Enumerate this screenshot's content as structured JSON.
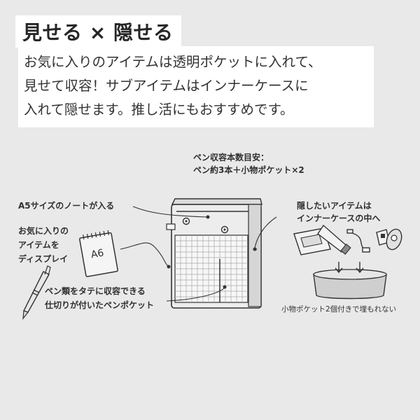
{
  "title": "見せる × 隠せる",
  "intro": {
    "lines": [
      "お気に入りのアイテムは透明ポケットに入れて、",
      "見せて収容！サブアイテムはインナーケースに",
      "入れて隠せます。推し活にもおすすめです。"
    ]
  },
  "callouts": {
    "pen_capacity": [
      "ペン収容本数目安：",
      "ペン約3本＋小物ポケット×2"
    ],
    "a5_note": "A5サイズのノートが入る",
    "favorite_display": [
      "お気に入りの",
      "アイテムを",
      "ディスプレイ"
    ],
    "pen_pocket": [
      "ペン類をタテに収容できる",
      "仕切りが付いたペンポケット"
    ],
    "hidden_items": [
      "隠したいアイテムは",
      "インナーケースの中へ"
    ],
    "inner_case_caption": "小物ポケット2個付きで埋もれない"
  },
  "notebook_label": "A6",
  "colors": {
    "background": "#e9e9e9",
    "band": "#ffffff",
    "text": "#2a2a2a",
    "line": "#333333"
  },
  "icons": [
    "notebook-icon",
    "pen-icon",
    "wet-tissue-icon",
    "tube-icon",
    "cable-icon",
    "tape-icon",
    "inner-case-icon"
  ]
}
